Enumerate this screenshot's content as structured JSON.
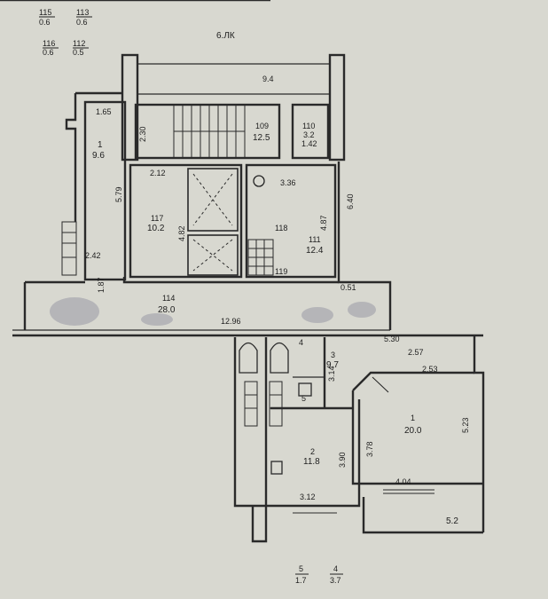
{
  "plan": {
    "building_label": "6.ЛК",
    "legend": [
      {
        "num": "115",
        "area": "0.6"
      },
      {
        "num": "113",
        "area": "0.6"
      },
      {
        "num": "116",
        "area": "0.6"
      },
      {
        "num": "112",
        "area": "0.5"
      }
    ],
    "rooms": {
      "r1_left": {
        "num": "1",
        "area": "9.6"
      },
      "r109": {
        "num": "109",
        "area": "12.5"
      },
      "r110": {
        "num": "110",
        "area": "3.2",
        "dim": "1.42"
      },
      "r117": {
        "num": "117",
        "area": "10.2"
      },
      "r111": {
        "num": "111",
        "area": "12.4"
      },
      "r114": {
        "num": "114",
        "area": "28.0"
      },
      "r3": {
        "num": "3",
        "area": "9.7"
      },
      "r1": {
        "num": "1",
        "area": "20.0"
      },
      "r2": {
        "num": "2",
        "area": "11.8"
      },
      "r4_label": "4",
      "r5_label": "5",
      "balcony_area": "5.2"
    },
    "dimensions": {
      "d94": "9.4",
      "d165": "1.65",
      "d230": "2.30",
      "d212": "2.12",
      "d336": "3.36",
      "d579": "5.79",
      "d482": "4.82",
      "d487": "4.87",
      "d640": "6.40",
      "d242": "2.42",
      "d187": "1.87",
      "d1296": "12.96",
      "d530": "5.30",
      "d257": "2.57",
      "d253": "2.53",
      "d314": "3.14",
      "d523": "5.23",
      "d378": "3.78",
      "d390": "3.90",
      "d312": "3.12",
      "d404": "4.04",
      "d118": "118",
      "d119": "119",
      "d051": "0.51"
    },
    "footer": [
      {
        "num": "5",
        "area": "1.7"
      },
      {
        "num": "4",
        "area": "3.7"
      }
    ]
  }
}
